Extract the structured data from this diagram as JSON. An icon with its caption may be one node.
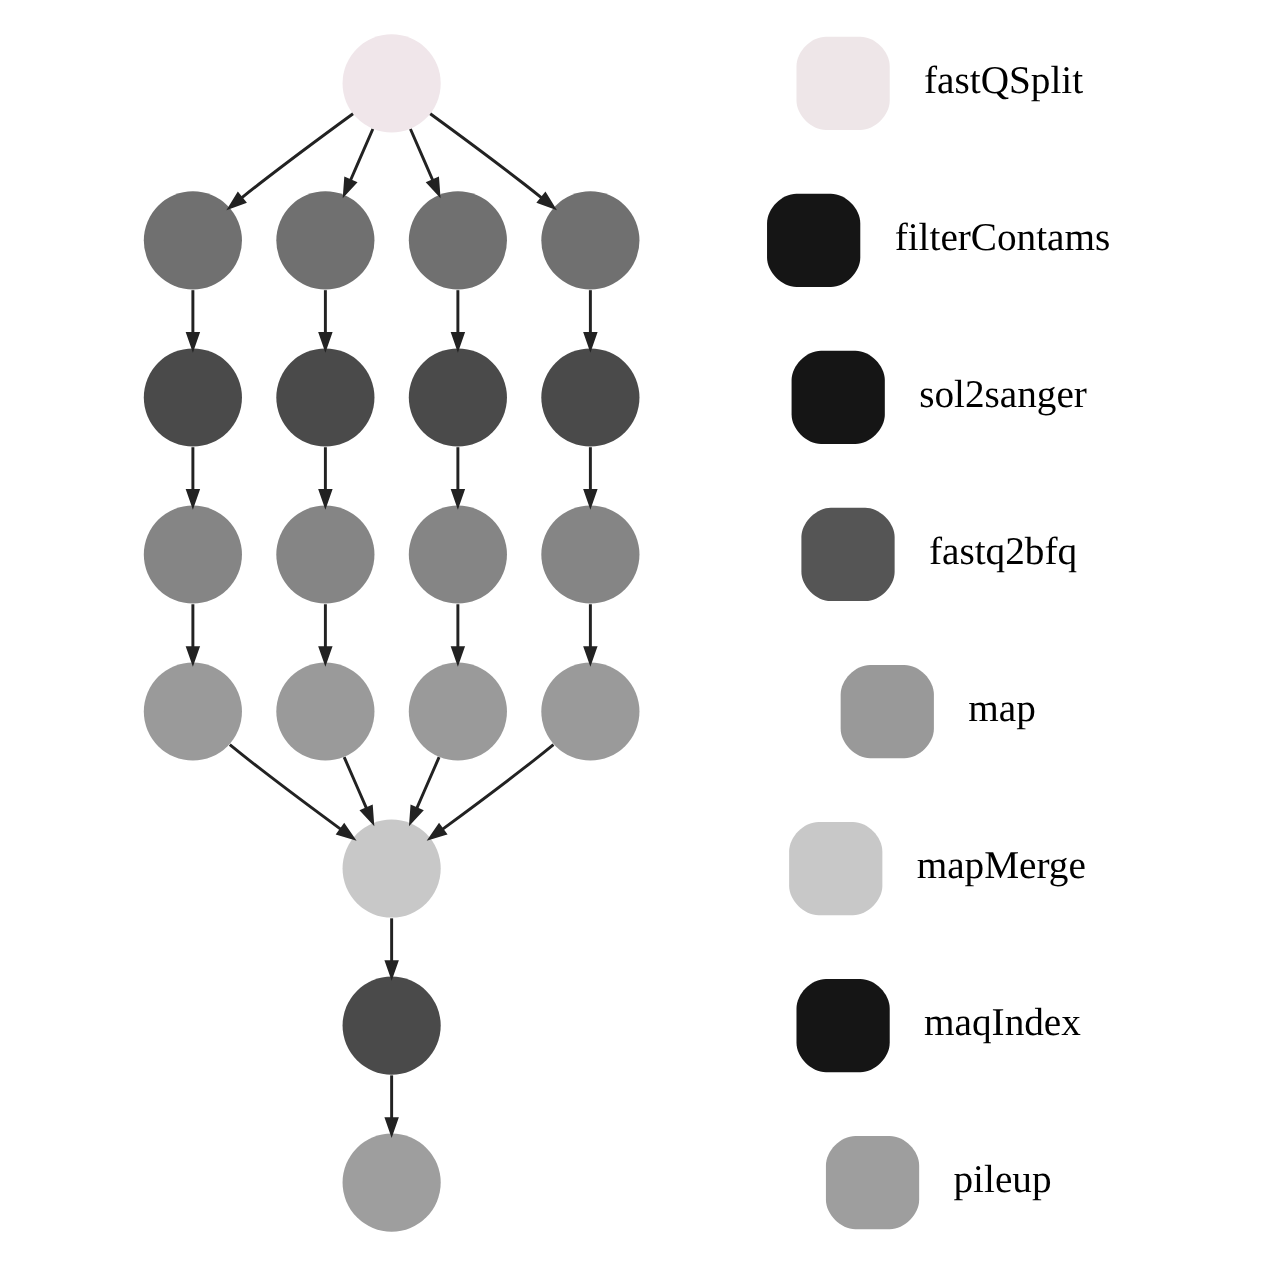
{
  "diagram": {
    "nodes": [
      {
        "text": [],
        "shape": "circle"
      },
      {
        "text": [],
        "shape": "circle"
      },
      {
        "text": [],
        "shape": "circle"
      },
      {
        "text": [],
        "shape": "circle"
      },
      {
        "text": [],
        "shape": "circle"
      },
      {
        "text": [],
        "shape": "circle"
      },
      {
        "text": [],
        "shape": "circle"
      },
      {
        "text": [],
        "shape": "circle"
      },
      {
        "text": [],
        "shape": "circle"
      },
      {
        "text": [],
        "shape": "circle"
      },
      {
        "text": [],
        "shape": "circle"
      },
      {
        "text": [],
        "shape": "circle"
      },
      {
        "text": [],
        "shape": "circle"
      },
      {
        "text": [],
        "shape": "circle"
      },
      {
        "text": [],
        "shape": "circle"
      },
      {
        "text": [],
        "shape": "circle"
      },
      {
        "text": [],
        "shape": "circle"
      },
      {
        "text": [],
        "shape": "circle"
      },
      {
        "text": [],
        "shape": "circle"
      },
      {
        "text": [],
        "shape": "circle"
      }
    ],
    "edges": [
      {
        "from": 0,
        "to": 1,
        "arrow": "to"
      },
      {
        "from": 0,
        "to": 2,
        "arrow": "to"
      },
      {
        "from": 0,
        "to": 3,
        "arrow": "to"
      },
      {
        "from": 0,
        "to": 4,
        "arrow": "to"
      },
      {
        "from": 1,
        "to": 5,
        "arrow": "to"
      },
      {
        "from": 2,
        "to": 6,
        "arrow": "to"
      },
      {
        "from": 3,
        "to": 7,
        "arrow": "to"
      },
      {
        "from": 4,
        "to": 8,
        "arrow": "to"
      },
      {
        "from": 5,
        "to": 9,
        "arrow": "to"
      },
      {
        "from": 6,
        "to": 10,
        "arrow": "to"
      },
      {
        "from": 7,
        "to": 11,
        "arrow": "to"
      },
      {
        "from": 8,
        "to": 12,
        "arrow": "to"
      },
      {
        "from": 9,
        "to": 13,
        "arrow": "to"
      },
      {
        "from": 10,
        "to": 14,
        "arrow": "to"
      },
      {
        "from": 11,
        "to": 15,
        "arrow": "to"
      },
      {
        "from": 12,
        "to": 16,
        "arrow": "to"
      },
      {
        "from": 13,
        "to": 17,
        "arrow": "to"
      },
      {
        "from": 14,
        "to": 17,
        "arrow": "to"
      },
      {
        "from": 15,
        "to": 17,
        "arrow": "to"
      },
      {
        "from": 16,
        "to": 17,
        "arrow": "to"
      },
      {
        "from": 17,
        "to": 18,
        "arrow": "to"
      },
      {
        "from": 18,
        "to": 19,
        "arrow": "to"
      }
    ],
    "legend": [
      {
        "text": "fastQSplit",
        "color": "#eee6e8"
      },
      {
        "text": "filterContams",
        "color": "#151515"
      },
      {
        "text": "sol2sanger",
        "color": "#151515"
      },
      {
        "text": "fastq2bfq",
        "color": "#555555"
      },
      {
        "text": "map",
        "color": "#999999"
      },
      {
        "text": "mapMerge",
        "color": "#c8c8c8"
      },
      {
        "text": "maqIndex",
        "color": "#151515"
      },
      {
        "text": "pileup",
        "color": "#9e9e9e"
      }
    ]
  }
}
